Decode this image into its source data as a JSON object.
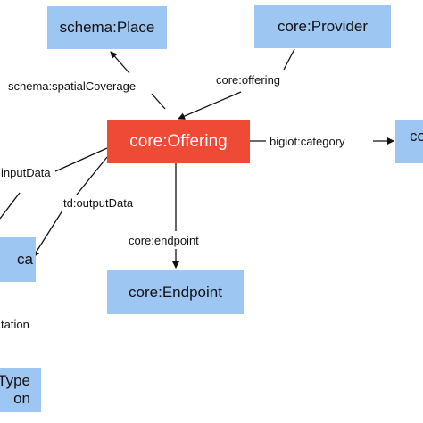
{
  "colors": {
    "node_fill": "#9ec6f2",
    "focus_fill": "#ee4a35",
    "focus_text": "#ffffff",
    "edge": "#111111"
  },
  "nodes": {
    "schema_place": {
      "label": "schema:Place"
    },
    "core_provider": {
      "label": "core:Provider"
    },
    "core_offering": {
      "label": "core:Offering"
    },
    "category_partial": {
      "label": "co"
    },
    "data_partial": {
      "label": "ca"
    },
    "core_endpoint": {
      "label": "core:Endpoint"
    },
    "type_partial": {
      "line1": "Type",
      "line2": "on"
    }
  },
  "edges": {
    "spatial_coverage": {
      "label": "schema:spatialCoverage"
    },
    "offering": {
      "label": "core:offering"
    },
    "category": {
      "label": "bigiot:category"
    },
    "input_data": {
      "label": "inputData"
    },
    "output_data": {
      "label": "td:outputData"
    },
    "endpoint": {
      "label": "core:endpoint"
    },
    "annotation_partial": {
      "label": "tation"
    }
  }
}
